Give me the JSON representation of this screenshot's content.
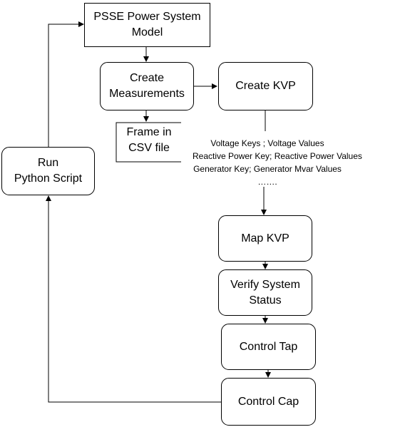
{
  "nodes": {
    "psse_model": "PSSE Power System\nModel",
    "create_measurements": "Create\nMeasurements",
    "create_kvp": "Create KVP",
    "frame_csv": "Frame in\nCSV file",
    "run_python": "Run\nPython Script",
    "map_kvp": "Map KVP",
    "verify_status": "Verify System\nStatus",
    "control_tap": "Control Tap",
    "control_cap": "Control Cap"
  },
  "kvp_list": [
    "Voltage Keys ; Voltage Values",
    "Reactive Power Key; Reactive Power Values",
    "Generator Key; Generator Mvar Values",
    "……."
  ]
}
